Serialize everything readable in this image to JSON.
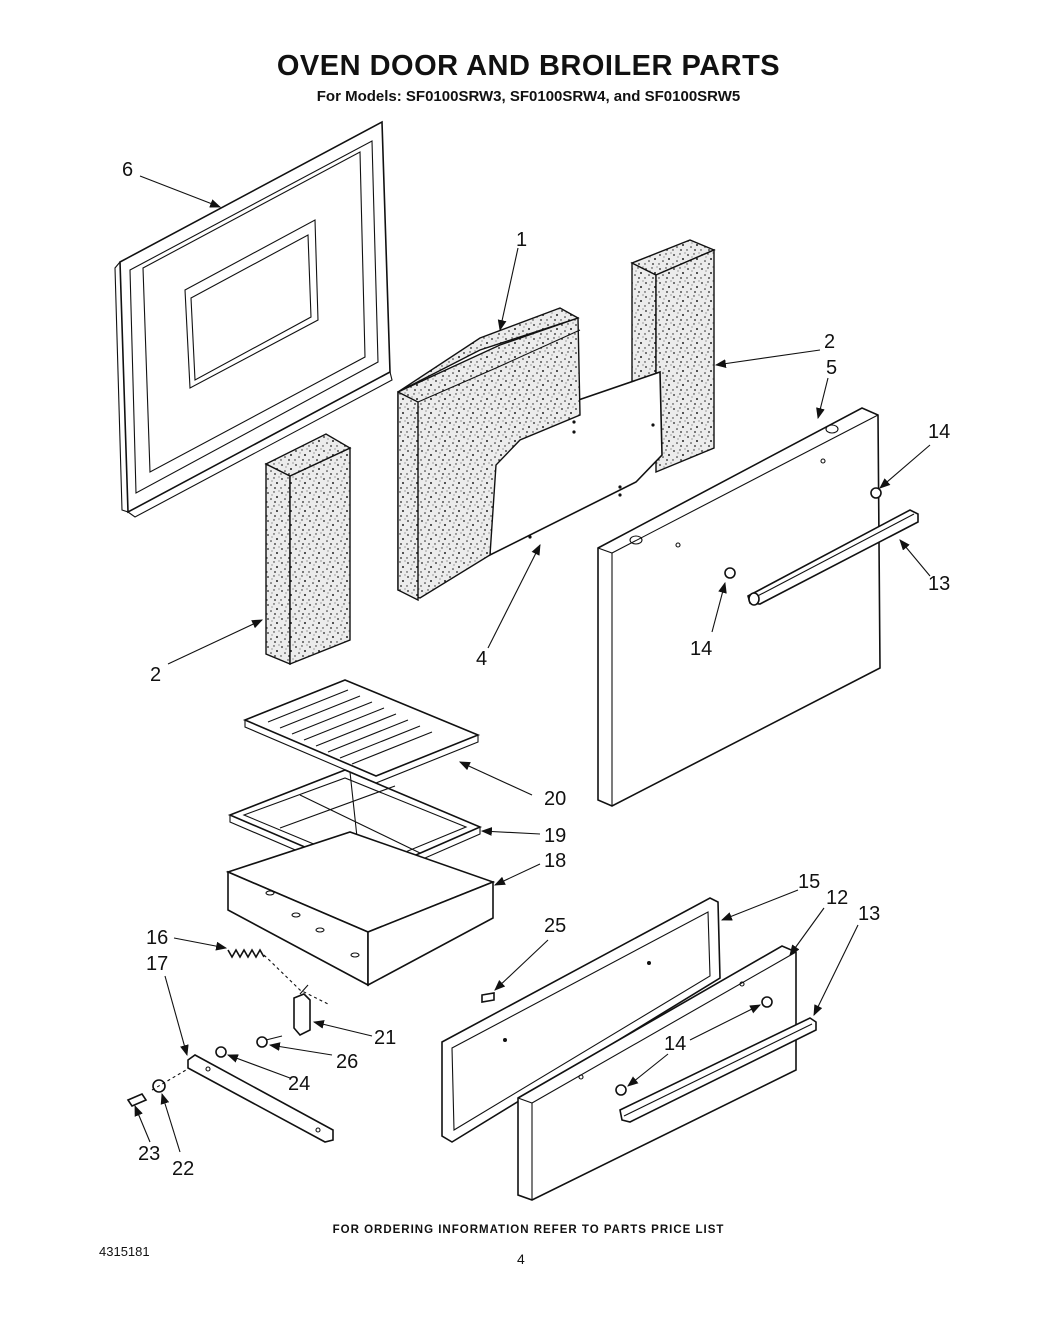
{
  "title": "OVEN DOOR AND BROILER PARTS",
  "subtitle": "For Models: SF0100SRW3, SF0100SRW4, and  SF0100SRW5",
  "footer": "FOR ORDERING INFORMATION REFER TO PARTS PRICE LIST",
  "doc_number": "4315181",
  "page_number": "4",
  "callouts": {
    "c1": "1",
    "c2a": "2",
    "c2b": "2",
    "c4": "4",
    "c5": "5",
    "c6": "6",
    "c12": "12",
    "c13a": "13",
    "c13b": "13",
    "c14a": "14",
    "c14b": "14",
    "c14c": "14",
    "c15": "15",
    "c16": "16",
    "c17": "17",
    "c18": "18",
    "c19": "19",
    "c20": "20",
    "c21": "21",
    "c22": "22",
    "c23": "23",
    "c24": "24",
    "c25": "25",
    "c26": "26"
  }
}
